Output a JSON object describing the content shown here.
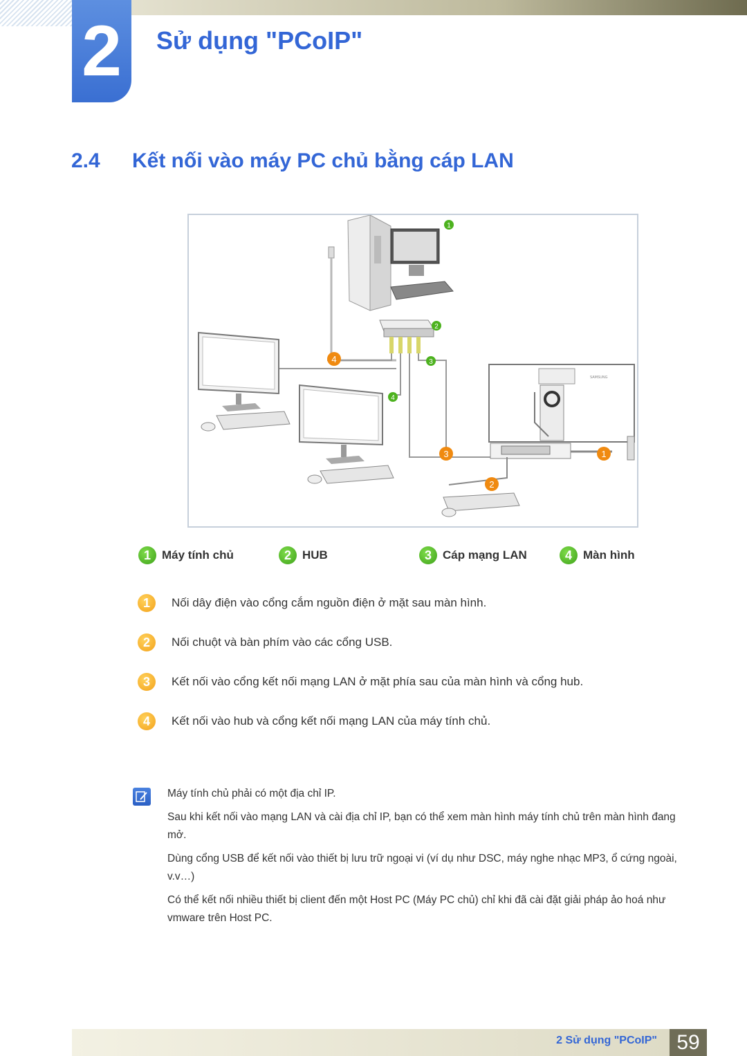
{
  "header": {
    "chapter_number": "2",
    "chapter_title": "Sử dụng \"PCoIP\""
  },
  "section": {
    "number": "2.4",
    "title": "Kết nối vào máy PC chủ bằng cáp LAN"
  },
  "diagram": {
    "samsung_logo_text": "SAMSUNG",
    "callouts": [
      "1",
      "2",
      "3",
      "4",
      "4",
      "3",
      "2",
      "1"
    ]
  },
  "legend": [
    {
      "num": "1",
      "label": "Máy tính chủ"
    },
    {
      "num": "2",
      "label": "HUB"
    },
    {
      "num": "3",
      "label": "Cáp mạng LAN"
    },
    {
      "num": "4",
      "label": "Màn hình"
    }
  ],
  "steps": [
    {
      "num": "1",
      "text": "Nối dây điện vào cổng cắm nguồn điện ở mặt sau màn hình."
    },
    {
      "num": "2",
      "text": "Nối chuột và bàn phím vào các cổng USB."
    },
    {
      "num": "3",
      "text": "Kết nối vào cổng kết nối mạng LAN ở mặt phía sau của màn hình và cổng hub."
    },
    {
      "num": "4",
      "text": "Kết nối vào hub và cổng kết nối mạng LAN của máy tính chủ."
    }
  ],
  "notes": [
    "Máy tính chủ phải có một địa chỉ IP.",
    "Sau khi kết nối vào mạng LAN và cài địa chỉ IP, bạn có thể xem màn hình máy tính chủ trên màn hình đang mở.",
    "Dùng cổng USB để kết nối vào thiết bị lưu trữ ngoại vi (ví dụ như DSC, máy nghe nhạc MP3, ổ cứng ngoài, v.v…)",
    "Có thể kết nối nhiều thiết bị client đến một Host PC (Máy PC chủ) chỉ khi đã cài đặt giải pháp ảo hoá như vmware trên Host PC."
  ],
  "footer": {
    "text": "2 Sử dụng \"PCoIP\"",
    "page": "59"
  }
}
